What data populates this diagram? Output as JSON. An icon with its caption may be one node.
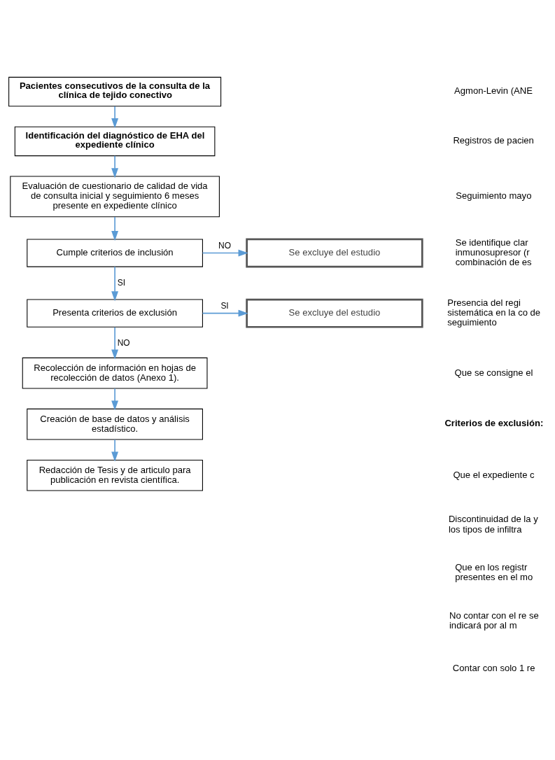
{
  "diagram": {
    "nodes": [
      {
        "text": [
          "Pacientes consecutivos de la consulta de la clínica de tejido conectivo"
        ]
      },
      {
        "text": [
          "Identificación del diagnóstico de EHA del expediente clínico"
        ]
      },
      {
        "text": [
          "Evaluación de cuestionario de calidad de vida de consulta inicial y seguimiento 6 meses presente en expediente clínico"
        ]
      },
      {
        "text": [
          "Cumple criterios de inclusión"
        ]
      },
      {
        "text": [
          "Se excluye del estudio"
        ]
      },
      {
        "text": [
          "Presenta criterios de exclusión"
        ]
      },
      {
        "text": [
          "Se excluye del estudio"
        ]
      },
      {
        "text": [
          "Recolección de información en hojas de recolección de datos (Anexo 1)."
        ]
      },
      {
        "text": [
          "Creación de base de datos y análisis estadístico."
        ]
      },
      {
        "text": [
          "Redacción de Tesis y de articulo para publicación en revista científica."
        ]
      }
    ],
    "edges": [
      {
        "from": 0,
        "to": 1,
        "arrow": "to"
      },
      {
        "from": 1,
        "to": 2,
        "arrow": "to"
      },
      {
        "from": 2,
        "to": 3,
        "arrow": "to"
      },
      {
        "from": 3,
        "to": 4,
        "arrow": "to",
        "label": "NO"
      },
      {
        "from": 3,
        "to": 5,
        "arrow": "to",
        "label": "SI"
      },
      {
        "from": 5,
        "to": 6,
        "arrow": "to",
        "label": "SI"
      },
      {
        "from": 5,
        "to": 7,
        "arrow": "to",
        "label": "NO"
      },
      {
        "from": 7,
        "to": 8,
        "arrow": "to"
      },
      {
        "from": 8,
        "to": 9,
        "arrow": "to"
      }
    ],
    "labels": [
      "Agmon-Levin (ANE",
      "Registros de pacien",
      "Seguimiento mayo",
      "Se identifique clar inmunosupresor (r combinación de es",
      "Presencia del regi sistemática en la co de seguimiento",
      "Que se consigne el",
      "Criterios de exclusión:",
      "Que el expediente c",
      "Discontinuidad de la y los tipos de infiltra",
      "Que en los registr presentes en el mo",
      "No contar con el re se indicará por al m",
      "Contar con solo 1 re"
    ]
  }
}
